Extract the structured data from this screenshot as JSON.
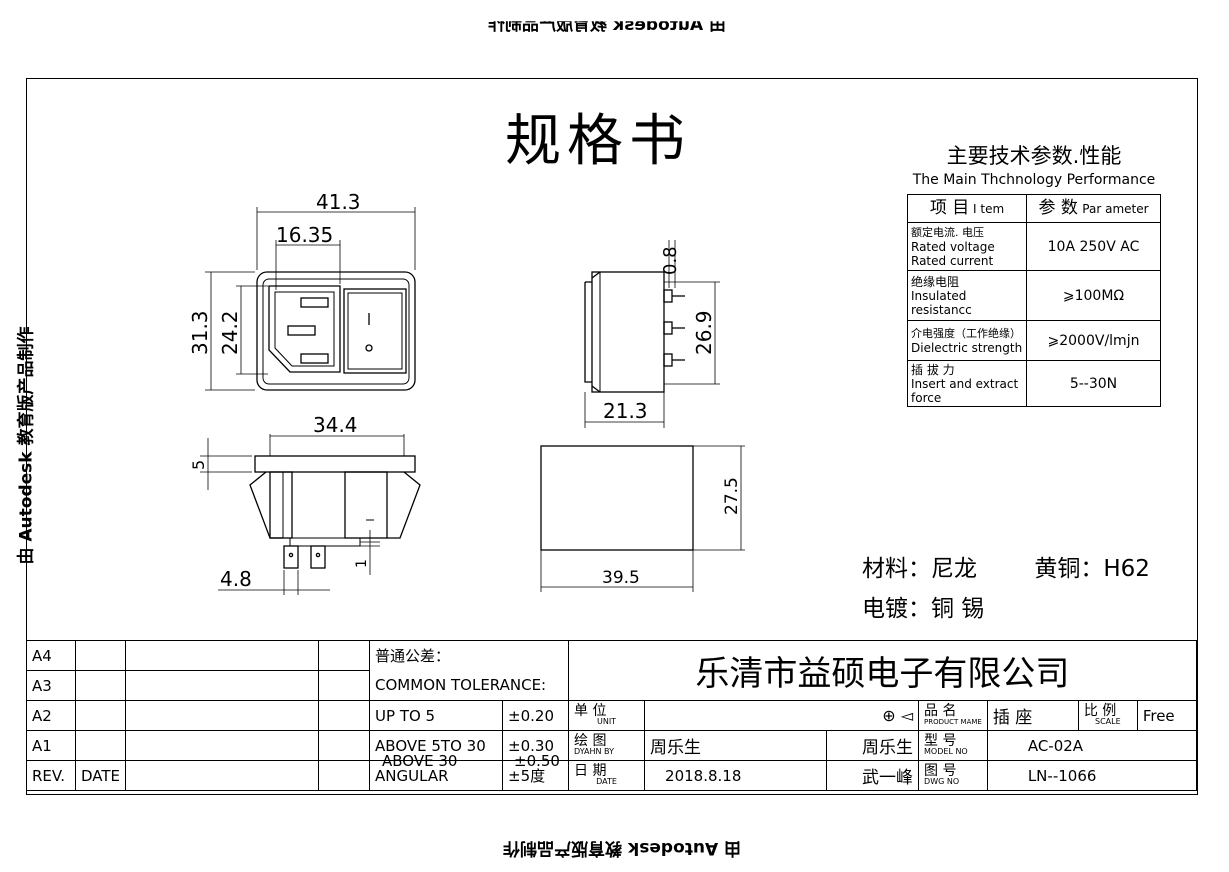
{
  "watermark": {
    "text": "由 Autodesk 教育版产品制作"
  },
  "title": "规格书",
  "spec": {
    "heading_cn": "主要技术参数.性能",
    "heading_en": "The Main Thchnology  Performance",
    "col_item_cn": "项  目",
    "col_item_en": "I tem",
    "col_param_cn": "参  数",
    "col_param_en": "Par ameter",
    "rows": [
      {
        "cn": "额定电流. 电压",
        "en1": "Rated  voltage",
        "en2": "Rated  current",
        "value": "10A  250V  AC"
      },
      {
        "cn": "绝缘电阻",
        "en1": "Insulated",
        "en2": "resistancc",
        "value": "⩾100MΩ"
      },
      {
        "cn": "介电强度（工作绝缘）",
        "en1": "Dielectric  strength",
        "en2": "",
        "value": "⩾2000V/lmjn"
      },
      {
        "cn": "插 拔 力",
        "en1": "Insert  and  extract",
        "en2": "force",
        "value": "5--30N"
      }
    ]
  },
  "dims": {
    "front_w": "41.3",
    "front_inlet_w": "16.35",
    "front_h": "31.3",
    "front_inner_h": "24.2",
    "side_pin": "0.8",
    "side_h": "26.9",
    "side_d": "21.3",
    "bottom_w": "34.4",
    "bottom_flange": "5",
    "bottom_pin": "4.8",
    "bottom_tab": "1",
    "cut_h": "27.5",
    "cut_w": "39.5",
    "switch_on": "—",
    "switch_off": "o"
  },
  "material": {
    "line1_label": "材料：",
    "line1_value": "尼龙",
    "line1_label2": "黄铜：",
    "line1_value2": "H62",
    "line2_label": "电镀：",
    "line2_value": "铜  锡"
  },
  "titleblock": {
    "rev_rows": [
      "A4",
      "A3",
      "A2",
      "A1"
    ],
    "rev_label": "REV.",
    "date_label": "DATE",
    "tol_cn": "普通公差：",
    "tol_en": "COMMON TOLERANCE:",
    "tol_rows": [
      {
        "label": "UP TO 5",
        "value": "±0.20"
      },
      {
        "label": "ABOVE 5TO 30",
        "value": "±0.30"
      },
      {
        "label": "ABOVE 30",
        "value": "±0.50"
      },
      {
        "label": "ANGULAR",
        "value": "±5度"
      }
    ],
    "company": "乐清市益硕电子有限公司",
    "unit_cn": "单   位",
    "unit_en": "UNIT",
    "drawn_cn": "绘   图",
    "drawn_en": "DYAHN  BY",
    "date_cn": "日   期",
    "date_en": "DATE",
    "drawn_by": "周乐生",
    "checked_by": "周乐生",
    "approved_by": "武一峰",
    "date_value": "2018.8.18",
    "projection": "⊕ ◅",
    "product_cn": "品   名",
    "product_en": "PRODUCT MAME",
    "product_value": "插  座",
    "scale_cn": "比   例",
    "scale_en": "SCALE",
    "scale_value": "Free",
    "model_cn": "型   号",
    "model_en": "MODEL NO",
    "model_value": "AC-02A",
    "dwg_cn": "图   号",
    "dwg_en": "DWG  NO",
    "dwg_value": "LN--1066"
  }
}
